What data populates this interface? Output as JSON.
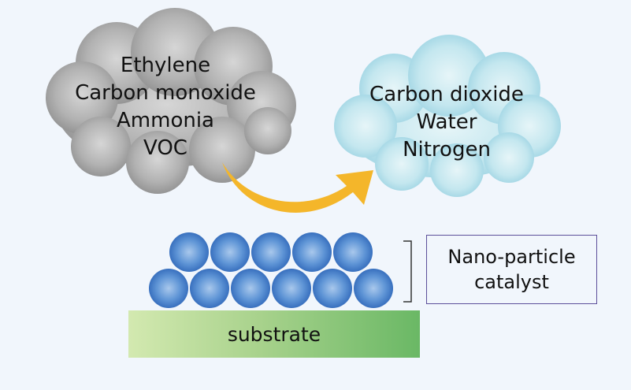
{
  "source_gases": [
    "Ethylene",
    "Carbon monoxide",
    "Ammonia",
    "VOC"
  ],
  "products": [
    "Carbon dioxide",
    "Water",
    "Nitrogen"
  ],
  "catalyst_label": [
    "Nano-particle",
    "catalyst"
  ],
  "substrate_label": "substrate",
  "colors": {
    "background": "#f1f6fc",
    "gray_cloud": "#a9a9a9",
    "blue_cloud": "#b9e2ec",
    "arrow": "#f4b62a",
    "particle": "#4f86cf",
    "catalyst_box_border": "#5c4f9a"
  }
}
